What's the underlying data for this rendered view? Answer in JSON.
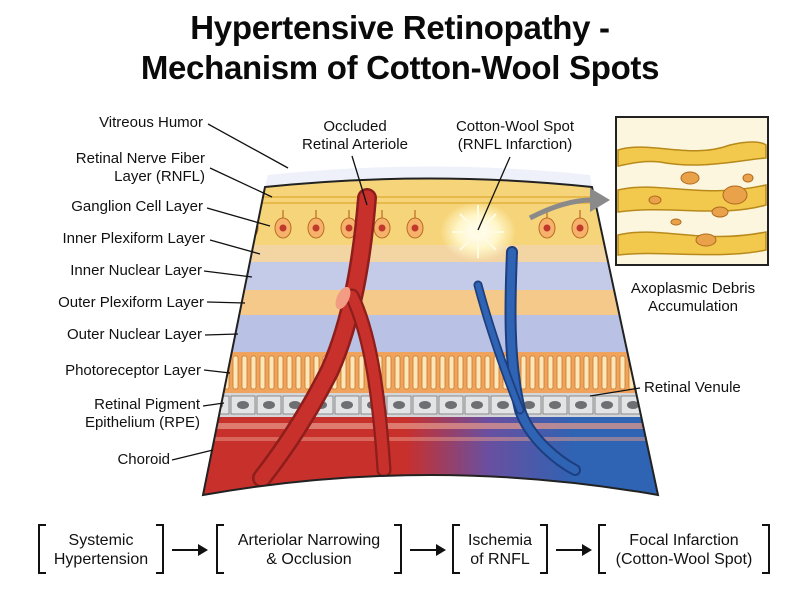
{
  "title": {
    "line1": "Hypertensive Retinopathy -",
    "line2": "Mechanism of Cotton-Wool Spots"
  },
  "layer_labels": [
    {
      "line1": "Vitreous Humor",
      "line2": ""
    },
    {
      "line1": "Retinal Nerve Fiber",
      "line2": "Layer (RNFL)"
    },
    {
      "line1": "Ganglion Cell Layer",
      "line2": ""
    },
    {
      "line1": "Inner Plexiform Layer",
      "line2": ""
    },
    {
      "line1": "Inner Nuclear Layer",
      "line2": ""
    },
    {
      "line1": "Outer Plexiform Layer",
      "line2": ""
    },
    {
      "line1": "Outer Nuclear Layer",
      "line2": ""
    },
    {
      "line1": "Photoreceptor Layer",
      "line2": ""
    },
    {
      "line1": "Retinal Pigment",
      "line2": "Epithelium (RPE)"
    },
    {
      "line1": "Choroid",
      "line2": ""
    }
  ],
  "callouts": {
    "arteriole": {
      "line1": "Occluded",
      "line2": "Retinal Arteriole"
    },
    "cotton_wool": {
      "line1": "Cotton-Wool Spot",
      "line2": "(RNFL Infarction)"
    },
    "debris": {
      "line1": "Axoplasmic Debris",
      "line2": "Accumulation"
    },
    "venule": {
      "line1": "Retinal Venule",
      "line2": ""
    }
  },
  "flow": [
    {
      "line1": "Systemic",
      "line2": "Hypertension"
    },
    {
      "line1": "Arteriolar Narrowing",
      "line2": "& Occlusion"
    },
    {
      "line1": "Ischemia",
      "line2": "of RNFL"
    },
    {
      "line1": "Focal Infarction",
      "line2": "(Cotton-Wool Spot)"
    }
  ],
  "colors": {
    "artery": "#c8302c",
    "vein": "#2f63b3",
    "rnfl": "#f6d57a",
    "plexiform": "#f5c98a",
    "nuclear": "#b9c1e4",
    "choroid": "#c9342f",
    "cotton_wool": "#fff6c8"
  }
}
